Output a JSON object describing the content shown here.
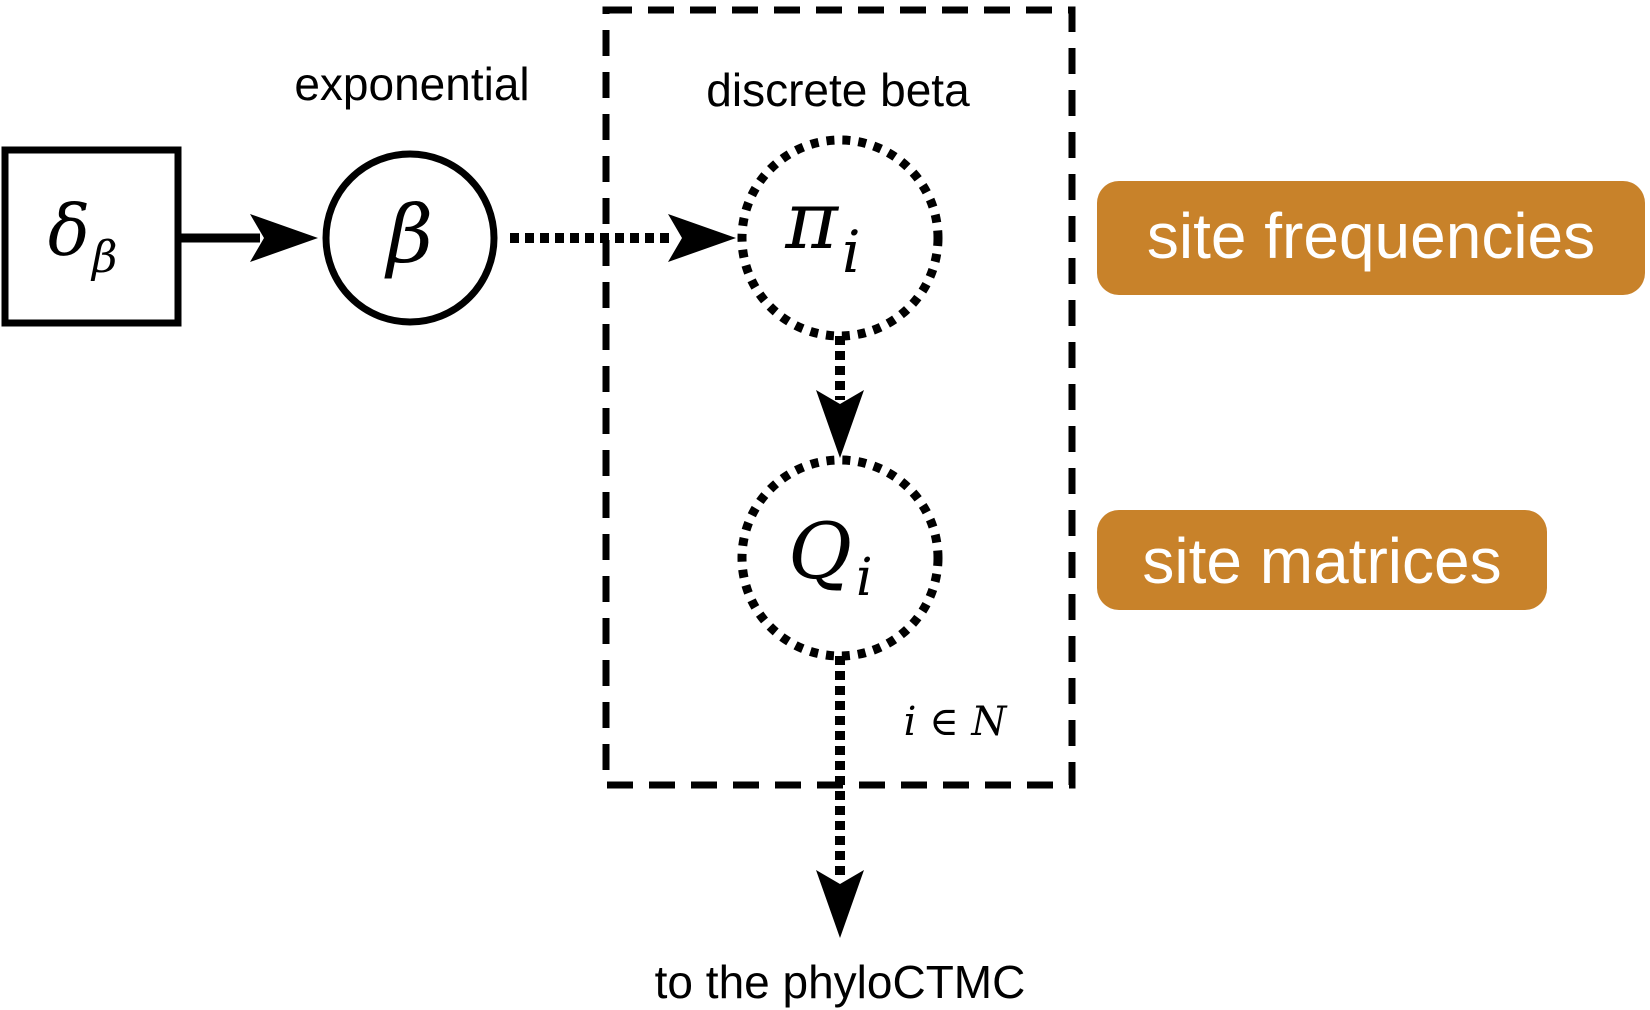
{
  "labels": {
    "exponential": "exponential",
    "discrete_beta": "discrete beta",
    "to_phylo": "to the phyloCTMC",
    "plate_index": "i ∈ N"
  },
  "nodes": {
    "delta": {
      "symbol": "δ",
      "subscript": "β",
      "kind": "constant"
    },
    "beta": {
      "symbol": "β",
      "kind": "stochastic"
    },
    "pi": {
      "symbol": "π",
      "subscript": "i",
      "kind": "deterministic"
    },
    "q": {
      "symbol": "Q",
      "subscript": "i",
      "kind": "deterministic"
    }
  },
  "tags": {
    "site_frequencies": "site frequencies",
    "site_matrices": "site matrices"
  },
  "colors": {
    "stroke": "#000000",
    "tag_fill": "#c8822a",
    "tag_text": "#ffffff"
  },
  "edges": [
    {
      "from": "delta",
      "to": "beta",
      "style": "solid"
    },
    {
      "from": "beta",
      "to": "pi",
      "style": "dotted"
    },
    {
      "from": "pi",
      "to": "q",
      "style": "dotted"
    },
    {
      "from": "q",
      "to": "phyloCTMC",
      "style": "dotted"
    }
  ]
}
